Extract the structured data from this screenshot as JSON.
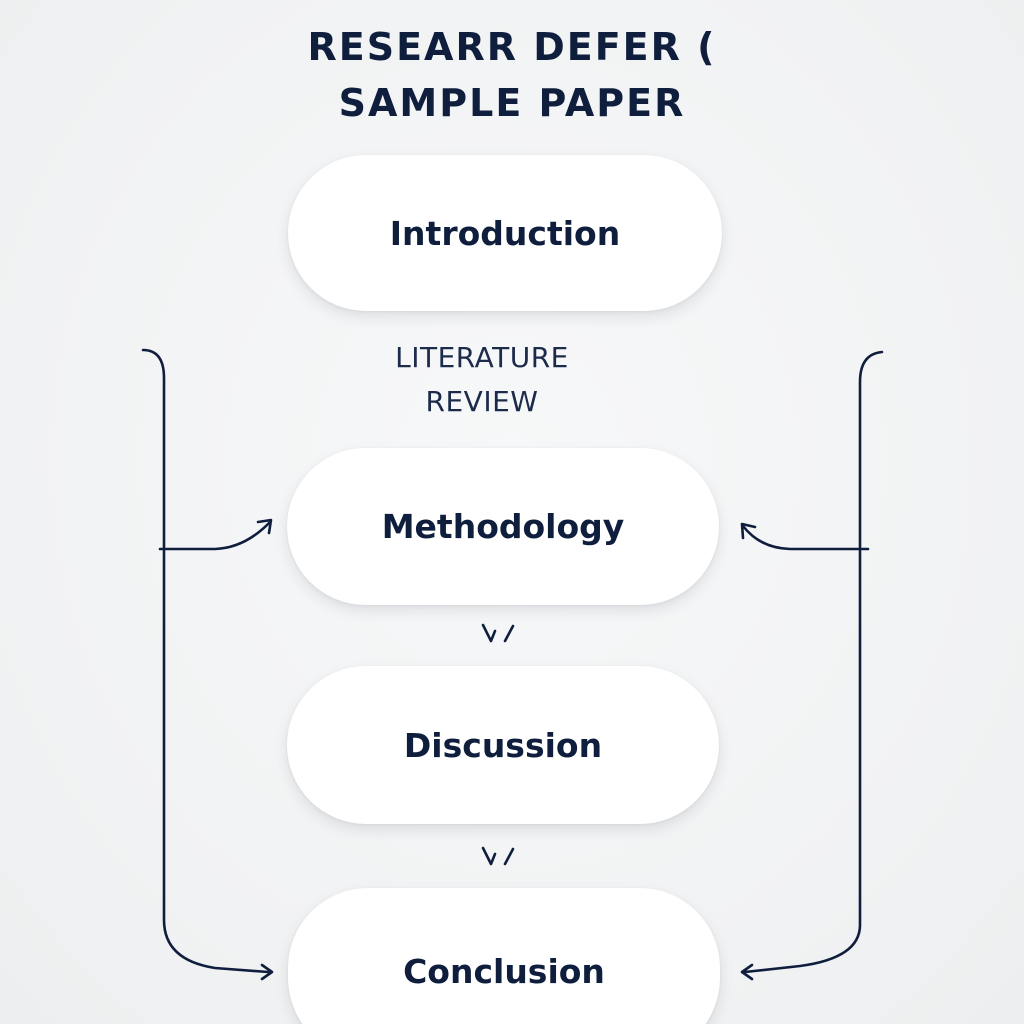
{
  "title": {
    "line1": "RESEARR DEFER (",
    "line2": "SAMPLE PAPER"
  },
  "sections": {
    "introduction": "Introduction",
    "literature_review_line1": "LITERATURE",
    "literature_review_line2": "REVIEW",
    "methodology": "Methodology",
    "discussion": "Discussion",
    "conclusion": "Conclusion"
  },
  "colors": {
    "ink": "#0f1e3d",
    "pill": "#ffffff",
    "background": "#f3f4f5"
  }
}
